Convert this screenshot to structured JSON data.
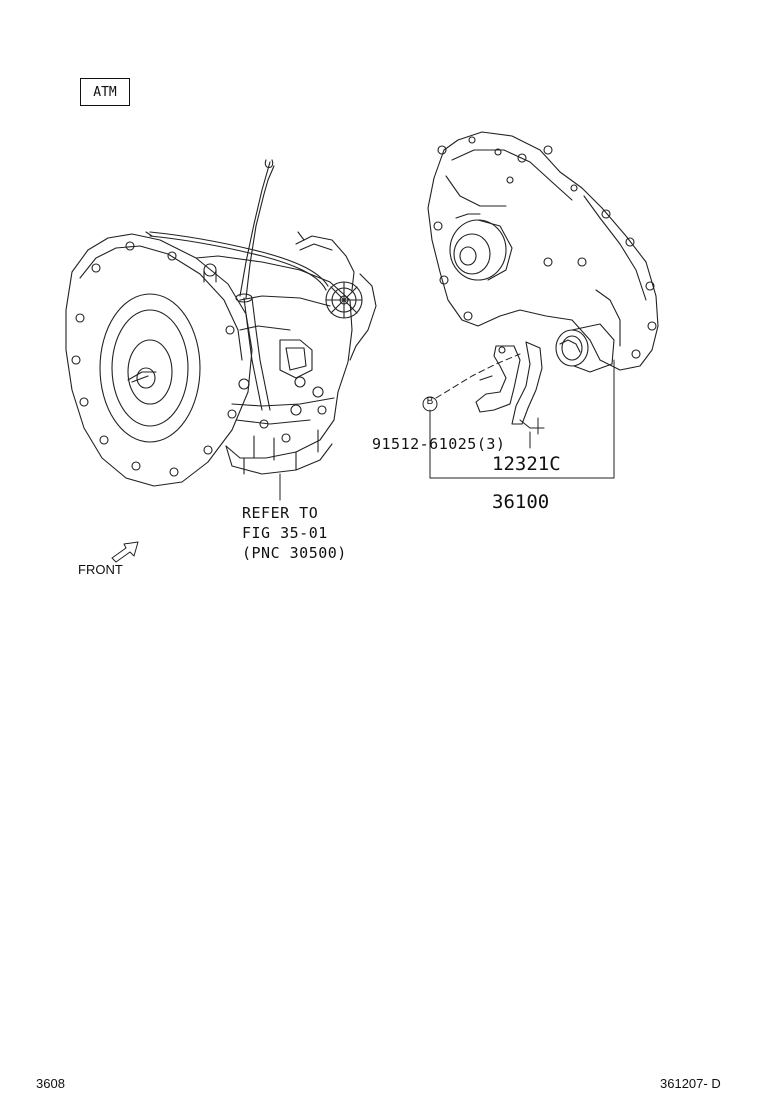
{
  "header": {
    "badge": "ATM"
  },
  "callouts": {
    "refer_line1": "REFER TO",
    "refer_line2": "FIG 35-01",
    "refer_line3": "(PNC 30500)",
    "bolt_part": "91512-61025(3)",
    "cover_part": "12321C",
    "assembly_part": "36100",
    "marker": "B"
  },
  "orientation": {
    "front_label": "FRONT",
    "icon": "front-arrow-icon"
  },
  "footer": {
    "left_code": "3608",
    "right_code": "361207- D"
  }
}
